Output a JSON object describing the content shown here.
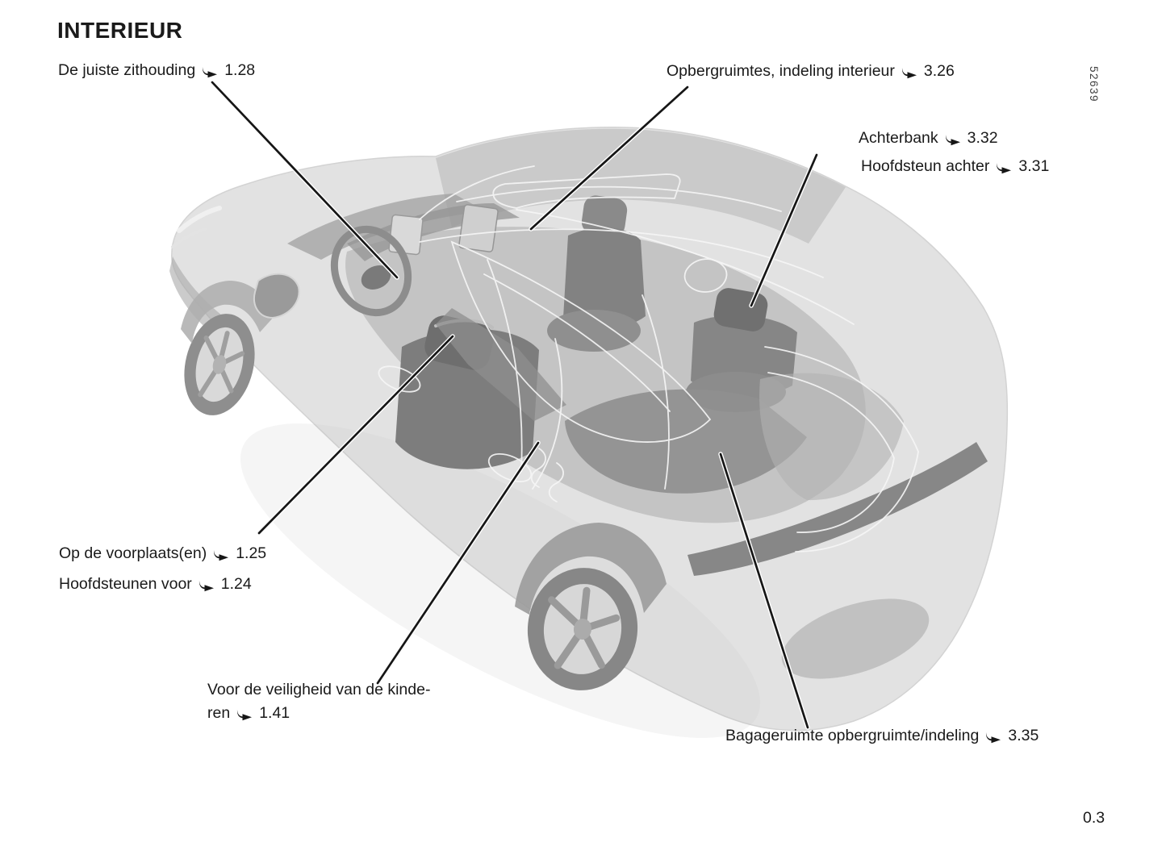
{
  "page": {
    "title": "INTERIEUR",
    "page_number": "0.3",
    "illustration_code": "52639"
  },
  "labels": {
    "seating_position": {
      "text": "De juiste zithouding",
      "page": "1.28"
    },
    "storage": {
      "text": "Opbergruimtes, indeling interieur",
      "page": "3.26"
    },
    "rear_bench": {
      "text": "Achterbank",
      "page": "3.32"
    },
    "rear_headrest": {
      "text": "Hoofdsteun achter",
      "page": "3.31"
    },
    "front_seats": {
      "text": "Op de voorplaats(en)",
      "page": "1.25"
    },
    "front_headrests": {
      "text": "Hoofdsteunen voor",
      "page": "1.24"
    },
    "child_safety": {
      "line1": "Voor de veiligheid van de kinde-",
      "line2": "ren",
      "page": "1.41"
    },
    "boot_storage": {
      "text": "Bagageruimte opbergruimte/indeling",
      "page": "3.35"
    }
  },
  "colors": {
    "ink": "#1a1a1a",
    "car_body": "#c8c8c8",
    "car_seat": "#7d7d7d",
    "wire_line": "#f6f6f6",
    "background": "#ffffff"
  }
}
